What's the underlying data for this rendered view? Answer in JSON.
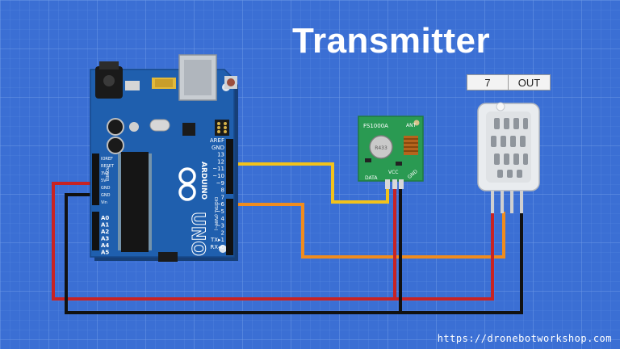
{
  "title": "Transmitter",
  "sensor_pin_labels": [
    "7",
    "OUT"
  ],
  "website": "https://dronebotworkshop.com",
  "arduino": {
    "brand": "ARDUINO",
    "model": "UNO",
    "label_reset": "RESET",
    "label_power": "POWER",
    "label_digital": "DIGITAL (PWM~)",
    "power_pins": [
      "IOREF",
      "RESET",
      "3V3",
      "5V",
      "GND",
      "GND",
      "Vin"
    ],
    "analog_pins": [
      "A0",
      "A1",
      "A2",
      "A3",
      "A4",
      "A5"
    ],
    "digital_pins": [
      "AREF",
      "GND",
      "13",
      "12",
      "~11",
      "~10",
      "~9",
      "8",
      "7",
      "~6",
      "~5",
      "4",
      "~3",
      "2",
      "TX▸1",
      "RX◂0"
    ]
  },
  "transmitter_module": {
    "model": "FS1000A",
    "ant_label": "ANT",
    "pin_labels": [
      "DATA",
      "VCC",
      "GND"
    ],
    "crystal_text": "R433"
  },
  "colors": {
    "background": "#3b6fd4",
    "board": "#1f5fae",
    "wire_yellow": "#f2c21b",
    "wire_orange": "#f08c1e",
    "wire_red": "#c82323",
    "wire_black": "#111111"
  }
}
